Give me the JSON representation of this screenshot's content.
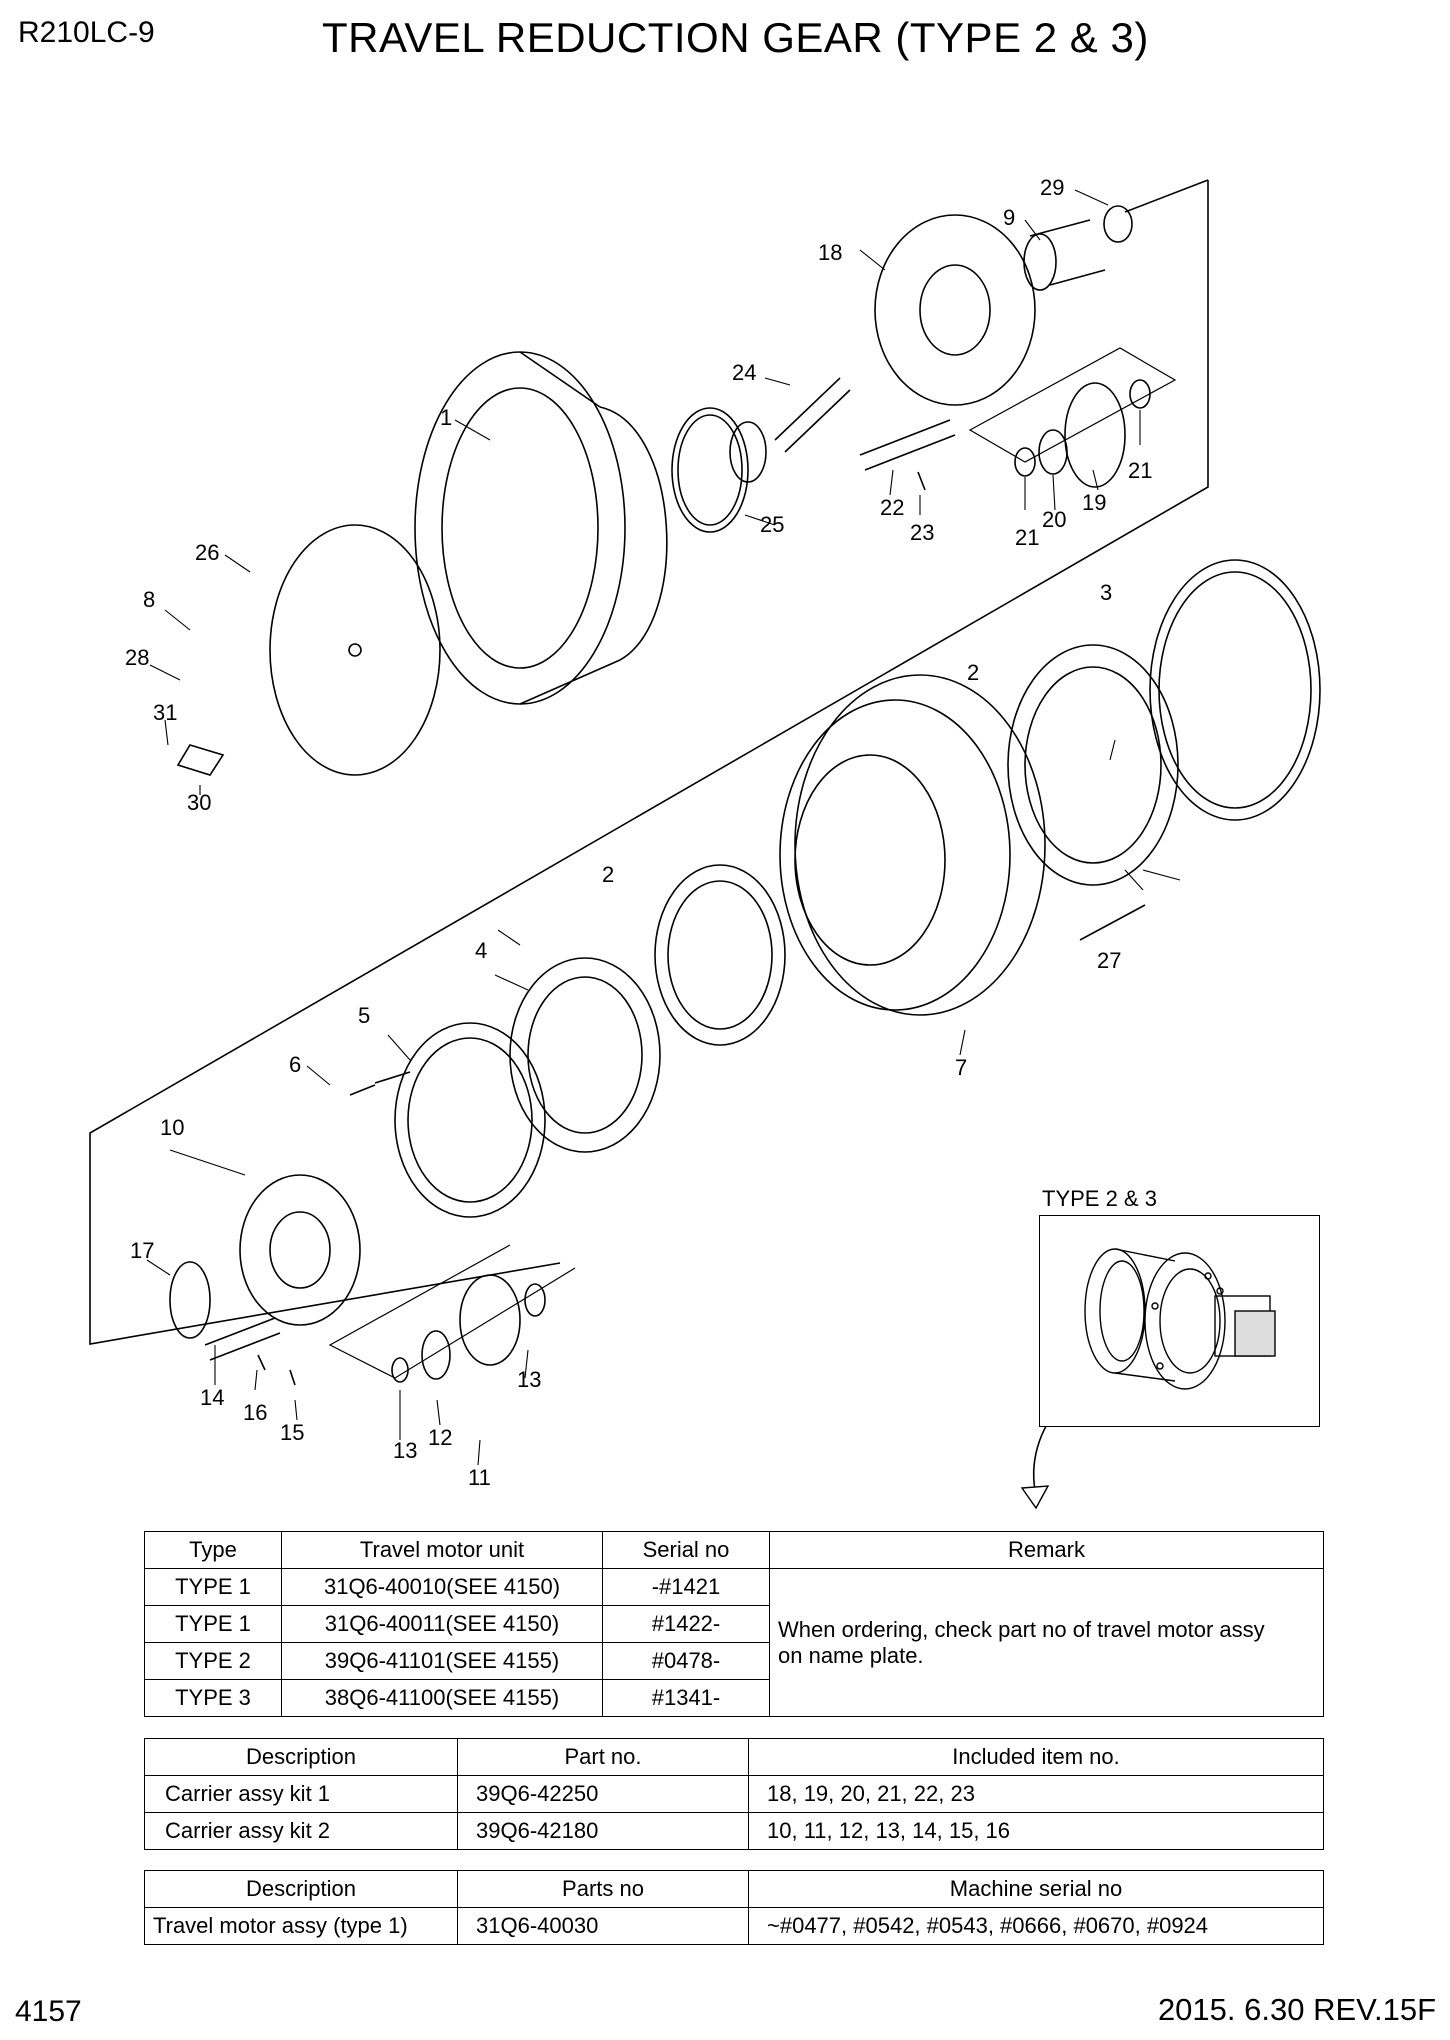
{
  "header": {
    "model": "R210LC-9",
    "title": "TRAVEL REDUCTION GEAR (TYPE 2 & 3)"
  },
  "callouts": [
    "1",
    "2",
    "2",
    "3",
    "4",
    "5",
    "6",
    "7",
    "8",
    "9",
    "10",
    "11",
    "12",
    "13",
    "13",
    "14",
    "15",
    "16",
    "17",
    "18",
    "19",
    "20",
    "21",
    "21",
    "22",
    "23",
    "24",
    "25",
    "26",
    "27",
    "28",
    "29",
    "30",
    "31"
  ],
  "inset": {
    "caption": "TYPE 2 & 3"
  },
  "type_table": {
    "headers": [
      "Type",
      "Travel motor unit",
      "Serial no",
      "Remark"
    ],
    "rows": [
      {
        "type": "TYPE 1",
        "unit": "31Q6-40010(SEE 4150)",
        "serial": "-#1421"
      },
      {
        "type": "TYPE 1",
        "unit": "31Q6-40011(SEE 4150)",
        "serial": "#1422-"
      },
      {
        "type": "TYPE 2",
        "unit": "39Q6-41101(SEE 4155)",
        "serial": "#0478-"
      },
      {
        "type": "TYPE 3",
        "unit": "38Q6-41100(SEE 4155)",
        "serial": "#1341-"
      }
    ],
    "remark_line1": "When ordering, check part no of travel motor assy",
    "remark_line2": "on name plate."
  },
  "kit_table": {
    "headers": [
      "Description",
      "Part no.",
      "Included item no."
    ],
    "rows": [
      {
        "desc": "Carrier assy kit 1",
        "part": "39Q6-42250",
        "items": "18, 19, 20, 21, 22, 23"
      },
      {
        "desc": "Carrier assy kit 2",
        "part": "39Q6-42180",
        "items": "10, 11, 12, 13, 14, 15, 16"
      }
    ]
  },
  "motor_table": {
    "headers": [
      "Description",
      "Parts no",
      "Machine serial no"
    ],
    "rows": [
      {
        "desc": "Travel motor assy (type 1)",
        "part": "31Q6-40030",
        "serials": "~#0477, #0542, #0543, #0666, #0670, #0924"
      }
    ]
  },
  "footer": {
    "page": "4157",
    "revision": "2015. 6.30  REV.15F"
  }
}
